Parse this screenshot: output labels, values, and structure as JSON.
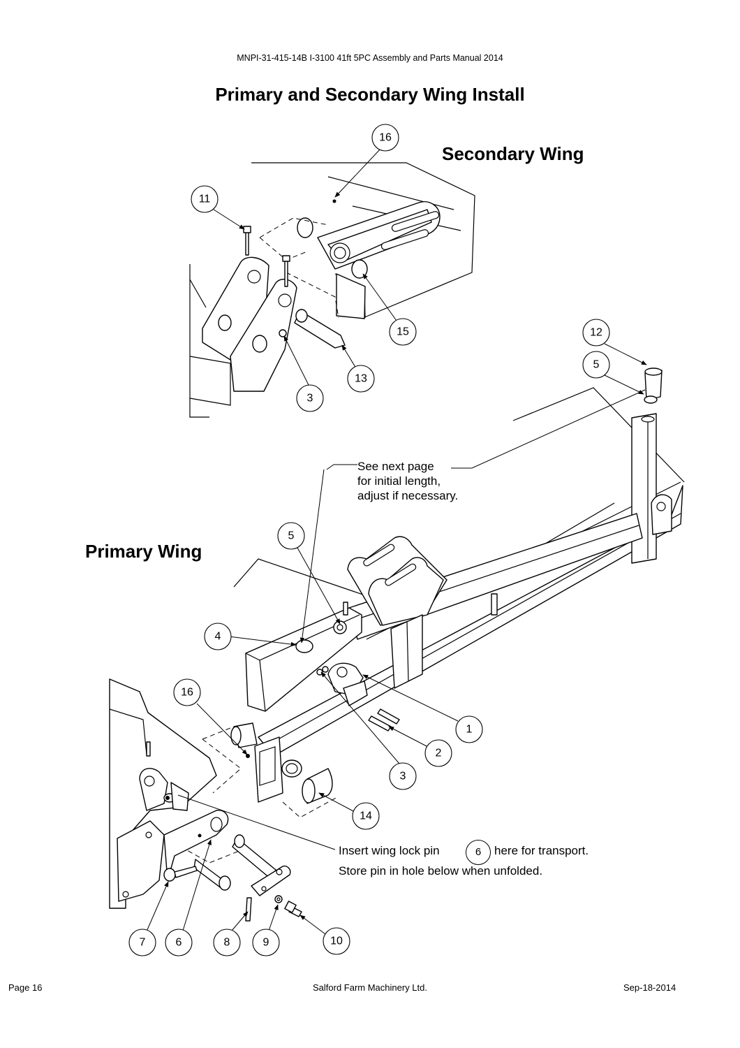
{
  "header": {
    "doc_ref": "MNPI-31-415-14B   I-3100 41ft 5PC Assembly and Parts Manual 2014"
  },
  "title": "Primary and Secondary Wing Install",
  "sections": {
    "secondary": "Secondary Wing",
    "primary": "Primary Wing"
  },
  "notes": {
    "length_note": [
      "See next page",
      "for initial length,",
      "adjust if necessary."
    ],
    "lock_pin_before": "Insert wing lock pin",
    "lock_pin_ref": "6",
    "lock_pin_after": "here for transport.",
    "lock_pin_store": "Store pin in hole below when unfolded."
  },
  "callouts": {
    "secondary": [
      "16",
      "11",
      "15",
      "13",
      "3"
    ],
    "primary": [
      "12",
      "5",
      "5",
      "4",
      "1",
      "2",
      "3",
      "16",
      "14",
      "7",
      "6",
      "8",
      "9",
      "10"
    ]
  },
  "footer": {
    "page": "Page 16",
    "company": "Salford Farm Machinery Ltd.",
    "date": "Sep-18-2014"
  }
}
